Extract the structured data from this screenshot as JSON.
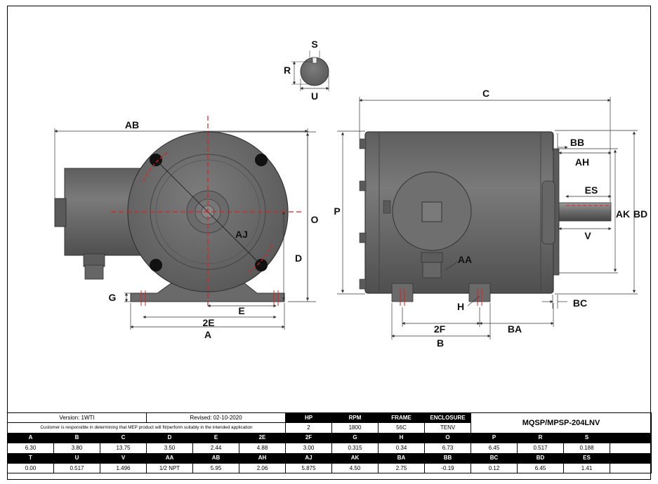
{
  "drawing": {
    "labels": {
      "S": "S",
      "R": "R",
      "U": "U",
      "C": "C",
      "AB": "AB",
      "O": "O",
      "AJ": "AJ",
      "D": "D",
      "G": "G",
      "E": "E",
      "TWO_E": "2E",
      "A": "A",
      "P": "P",
      "BB": "BB",
      "AH": "AH",
      "ES": "ES",
      "AK": "AK",
      "BD": "BD",
      "V": "V",
      "AA": "AA",
      "H": "H",
      "TWO_F": "2F",
      "BA": "BA",
      "B": "B",
      "BC": "BC"
    },
    "colors": {
      "motor_body": "#6f6f6f",
      "motor_dark": "#4a4a4a",
      "centerline": "#e02020",
      "dimension": "#333333"
    }
  },
  "table": {
    "version": "Version: 1WTI",
    "revised": "Revised: 02-10-2020",
    "disclaimer": "Customer is responsible in determining that MEP product will fit/perform suitably in the intended application",
    "summary_headers": [
      "HP",
      "RPM",
      "FRAME",
      "ENCLOSURE"
    ],
    "summary_values": [
      "2",
      "1800",
      "56C",
      "TENV"
    ],
    "model": "MQSP/MPSP-204LNV",
    "row1_headers": [
      "A",
      "B",
      "C",
      "D",
      "E",
      "2E",
      "2F",
      "G",
      "H",
      "O",
      "P",
      "R",
      "S"
    ],
    "row1_values": [
      "6.30",
      "3.80",
      "13.75",
      "3.50",
      "2.44",
      "4.88",
      "3.00",
      "0.315",
      "0.34",
      "6.73",
      "6.45",
      "0.517",
      "0.188"
    ],
    "row2_headers": [
      "T",
      "U",
      "V",
      "AA",
      "AB",
      "AH",
      "AJ",
      "AK",
      "BA",
      "BB",
      "BC",
      "BD",
      "ES"
    ],
    "row2_values": [
      "0.00",
      "0.517",
      "1.496",
      "1/2 NPT",
      "5.95",
      "2.06",
      "5.875",
      "4.50",
      "2.75",
      "-0.19",
      "0.12",
      "6.45",
      "1.41"
    ]
  }
}
